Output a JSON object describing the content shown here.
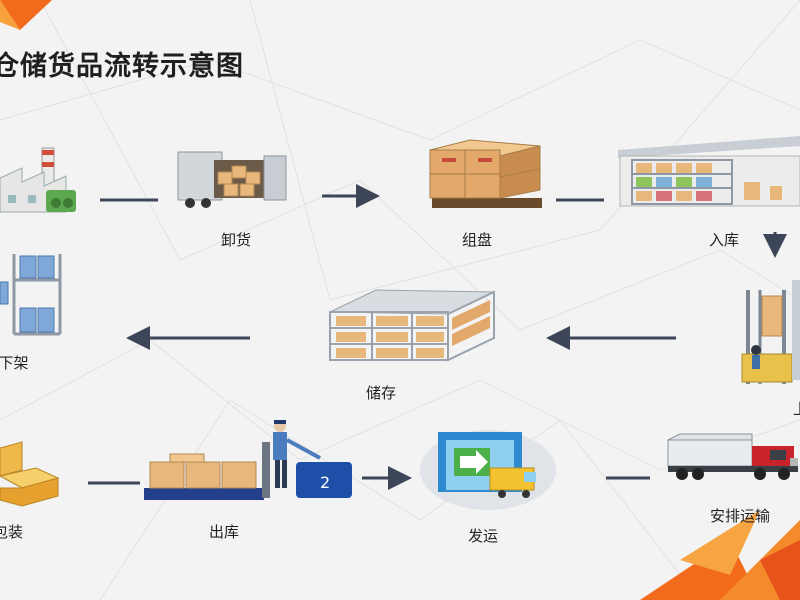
{
  "title": "仓储货品流转示意图",
  "steps": {
    "unload": "卸货",
    "palletize": "组盘",
    "inbound": "入库",
    "shelving": "上架",
    "storage": "储存",
    "picking": "拣货/下架",
    "packing": "包装",
    "outbound": "出库",
    "dispatch": "发运",
    "transport": "安排运输"
  },
  "colors": {
    "accent": "#f26a1b",
    "arrow": "#3c4658",
    "box": "#e7b77c",
    "steel": "#b9c2cc",
    "blue": "#1e4fa8",
    "truck_red": "#c8232b"
  }
}
